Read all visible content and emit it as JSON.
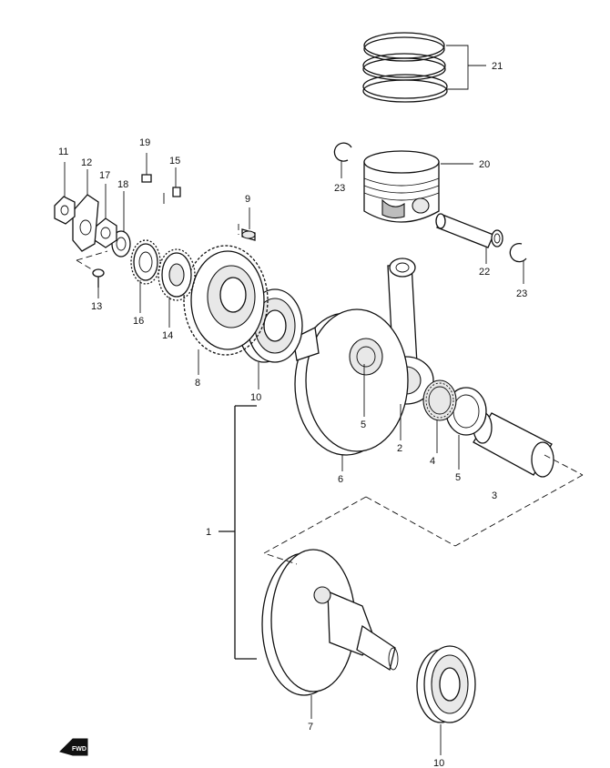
{
  "callouts": [
    {
      "id": "c1",
      "text": "1"
    },
    {
      "id": "c2",
      "text": "2"
    },
    {
      "id": "c3",
      "text": "3"
    },
    {
      "id": "c4",
      "text": "4"
    },
    {
      "id": "c5a",
      "text": "5"
    },
    {
      "id": "c5b",
      "text": "5"
    },
    {
      "id": "c6",
      "text": "6"
    },
    {
      "id": "c7",
      "text": "7"
    },
    {
      "id": "c8",
      "text": "8"
    },
    {
      "id": "c9",
      "text": "9"
    },
    {
      "id": "c10a",
      "text": "10"
    },
    {
      "id": "c10b",
      "text": "10"
    },
    {
      "id": "c11",
      "text": "11"
    },
    {
      "id": "c12",
      "text": "12"
    },
    {
      "id": "c13",
      "text": "13"
    },
    {
      "id": "c14",
      "text": "14"
    },
    {
      "id": "c15",
      "text": "15"
    },
    {
      "id": "c16",
      "text": "16"
    },
    {
      "id": "c17",
      "text": "17"
    },
    {
      "id": "c18",
      "text": "18"
    },
    {
      "id": "c19",
      "text": "19"
    },
    {
      "id": "c20",
      "text": "20"
    },
    {
      "id": "c21",
      "text": "21"
    },
    {
      "id": "c22",
      "text": "22"
    },
    {
      "id": "c23a",
      "text": "23"
    },
    {
      "id": "c23b",
      "text": "23"
    }
  ],
  "fwd_badge": "FWD"
}
